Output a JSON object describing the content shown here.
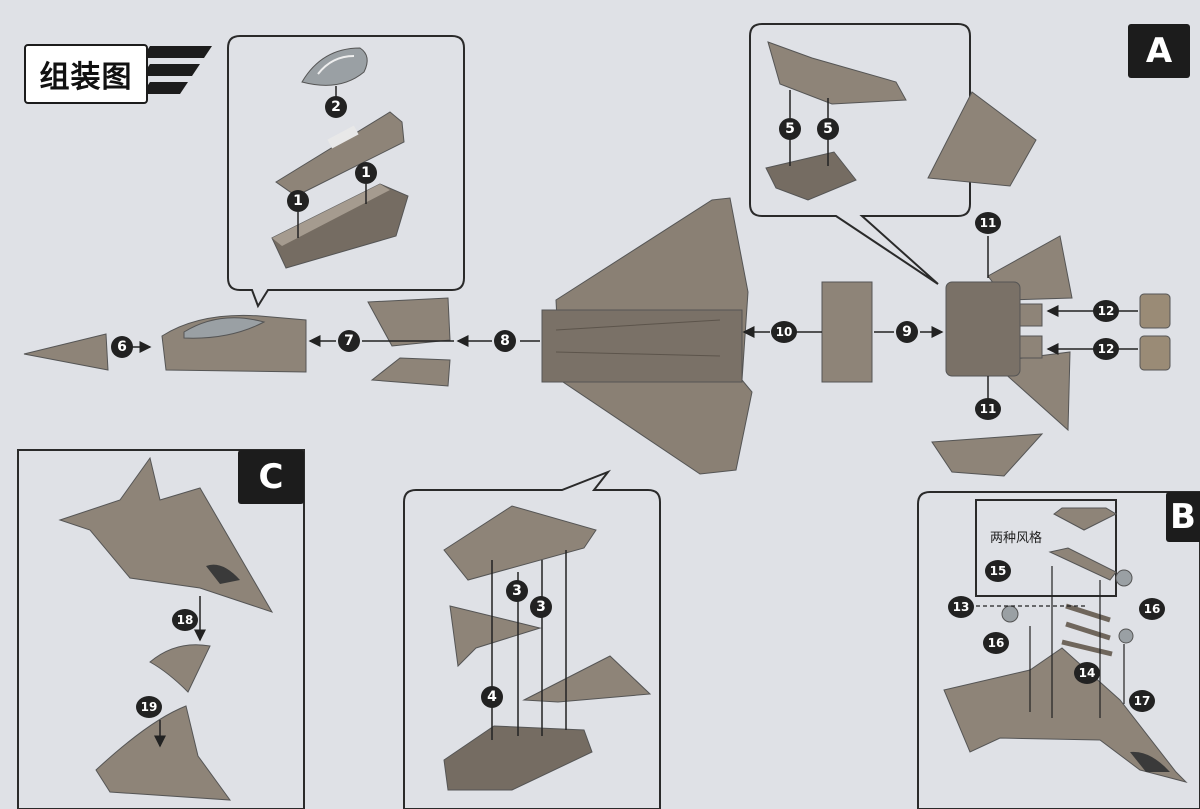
{
  "title": "组装图",
  "sections": {
    "a": "A",
    "b": "B",
    "c": "C"
  },
  "style_note": "两种风格",
  "steps": {
    "s1a": "1",
    "s1b": "1",
    "s2": "2",
    "s3a": "3",
    "s3b": "3",
    "s4": "4",
    "s5a": "5",
    "s5b": "5",
    "s6": "6",
    "s7": "7",
    "s8": "8",
    "s9": "9",
    "s10": "10",
    "s11a": "11",
    "s11b": "11",
    "s12a": "12",
    "s12b": "12",
    "s13": "13",
    "s14": "14",
    "s15": "15",
    "s16a": "16",
    "s16b": "16",
    "s17": "17",
    "s18": "18",
    "s19": "19"
  },
  "colors": {
    "paper": "#dfe1e6",
    "part": "#8e8478",
    "part_dark": "#6f665c",
    "ink": "#1c1c1c"
  }
}
